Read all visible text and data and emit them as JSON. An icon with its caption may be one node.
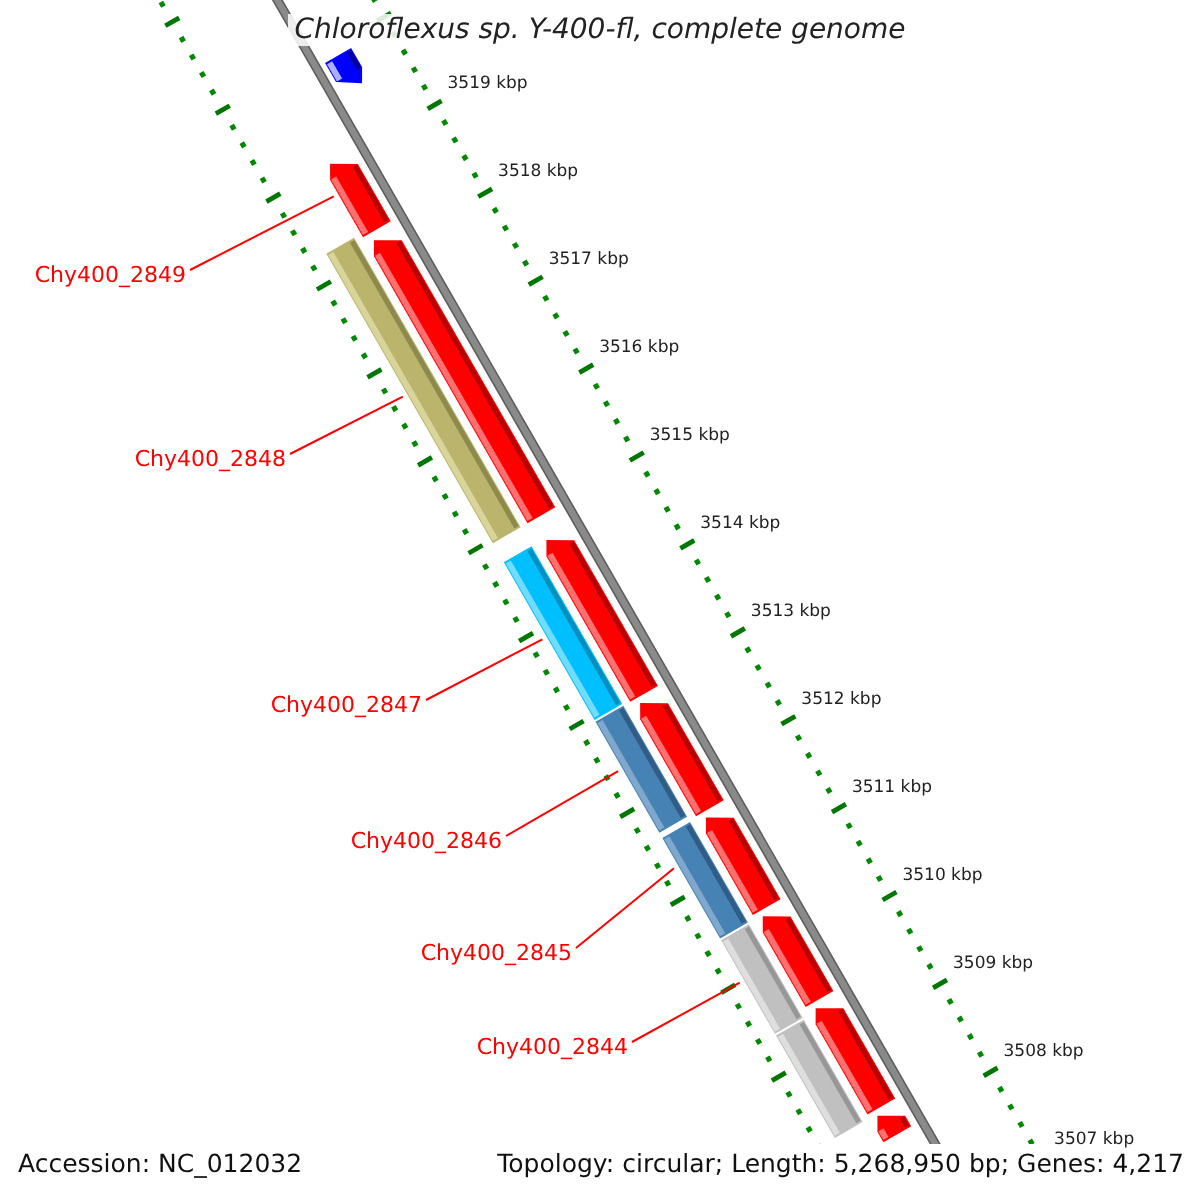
{
  "diagram": {
    "title": "Chloroflexus sp. Y-400-fl, complete genome",
    "nodes": [
      {
        "text": [
          "Chy400_2849"
        ]
      },
      {
        "text": [
          "Chy400_2848"
        ]
      },
      {
        "text": [
          "Chy400_2847"
        ]
      },
      {
        "text": [
          "Chy400_2846"
        ]
      },
      {
        "text": [
          "Chy400_2845"
        ]
      },
      {
        "text": [
          "Chy400_2844"
        ]
      },
      {
        "text": [],
        "shape": "arrow"
      },
      {
        "text": [],
        "shape": "arrow"
      },
      {
        "text": [],
        "shape": "bar"
      },
      {
        "text": [],
        "shape": "arrow"
      },
      {
        "text": [],
        "shape": "bar"
      },
      {
        "text": [],
        "shape": "arrow"
      },
      {
        "text": [],
        "shape": "bar"
      },
      {
        "text": [],
        "shape": "arrow"
      },
      {
        "text": [],
        "shape": "bar"
      },
      {
        "text": [],
        "shape": "arrow"
      },
      {
        "text": [],
        "shape": "bar"
      },
      {
        "text": [],
        "shape": "arrow"
      },
      {
        "text": [],
        "shape": "bar"
      },
      {
        "text": [],
        "shape": "arrow"
      },
      {
        "text": [],
        "shape": "arrow"
      }
    ],
    "edges": [
      {
        "from": 0,
        "to": 7,
        "arrow": "none"
      },
      {
        "from": 1,
        "to": 8,
        "arrow": "none"
      },
      {
        "from": 2,
        "to": 10,
        "arrow": "none"
      },
      {
        "from": 3,
        "to": 12,
        "arrow": "none"
      },
      {
        "from": 4,
        "to": 14,
        "arrow": "none"
      },
      {
        "from": 5,
        "to": 16,
        "arrow": "none"
      }
    ],
    "labels": [
      "3519 kbp",
      "3518 kbp",
      "3517 kbp",
      "3516 kbp",
      "3515 kbp",
      "3514 kbp",
      "3513 kbp",
      "3512 kbp",
      "3511 kbp",
      "3510 kbp",
      "3509 kbp",
      "3508 kbp",
      "3507 kbp",
      "Accession: NC_012032",
      "Topology: circular; Length: 5,268,950 bp; Genes: 4,217"
    ]
  }
}
